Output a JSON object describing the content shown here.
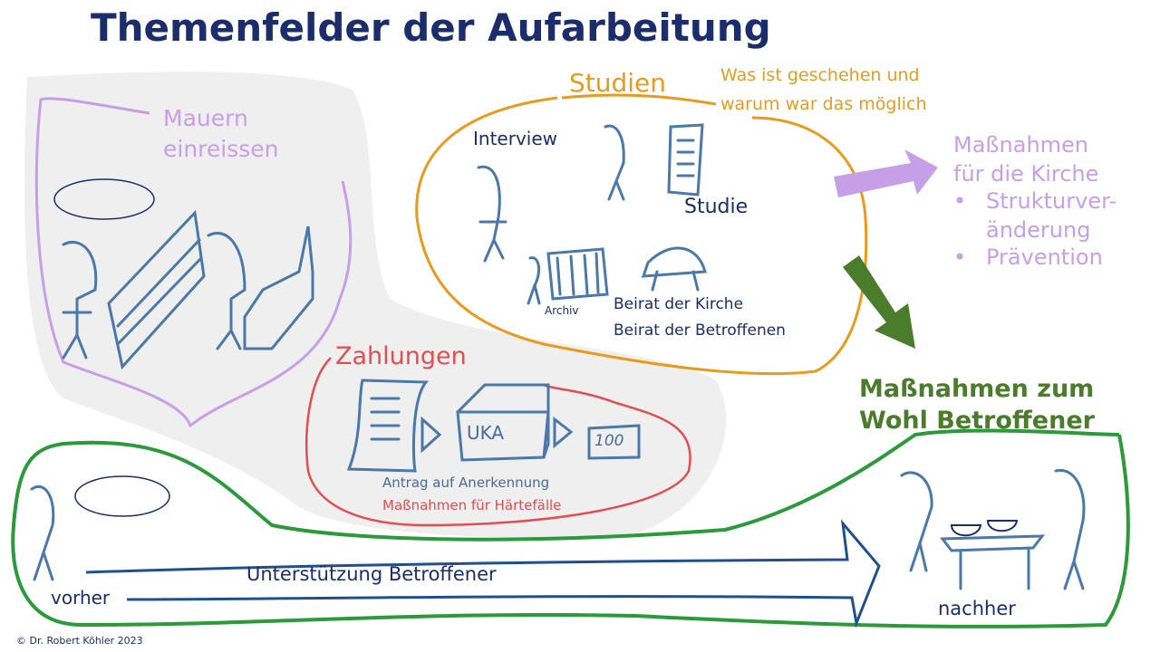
{
  "title": "Themenfelder der Aufarbeitung",
  "mauern": {
    "line1": "Mauern",
    "line2": "einreissen"
  },
  "studien": {
    "heading": "Studien",
    "question_line1": "Was ist geschehen und",
    "question_line2": "warum war das möglich",
    "interview": "Interview",
    "studie": "Studie",
    "archiv": "Archiv",
    "beirat_kirche": "Beirat der Kirche",
    "beirat_betroffene": "Beirat der Betroffenen"
  },
  "kirche": {
    "line1": "Maßnahmen",
    "line2": "für die Kirche",
    "bullets": [
      "Strukturver-",
      "änderung",
      "Prävention"
    ]
  },
  "zahlungen": {
    "heading": "Zahlungen",
    "box_label": "UKA",
    "money_label": "100",
    "antrag": "Antrag auf Anerkennung",
    "haertefaelle": "Maßnahmen für Härtefälle"
  },
  "wohl": {
    "line1": "Maßnahmen zum",
    "line2": "Wohl Betroffener"
  },
  "unterstuetzung": {
    "label": "Unterstützung Betroffener",
    "vorher": "vorher",
    "nachher": "nachher"
  },
  "copyright": "© Dr. Robert Köhler 2023",
  "colors": {
    "navy": "#1b2d6b",
    "orange": "#e99a1c",
    "purple": "#c79ee8",
    "red": "#e04e52",
    "green": "#2a9a3a",
    "dark_green": "#4a7c2c",
    "sketch_blue": "#4a78a8"
  }
}
